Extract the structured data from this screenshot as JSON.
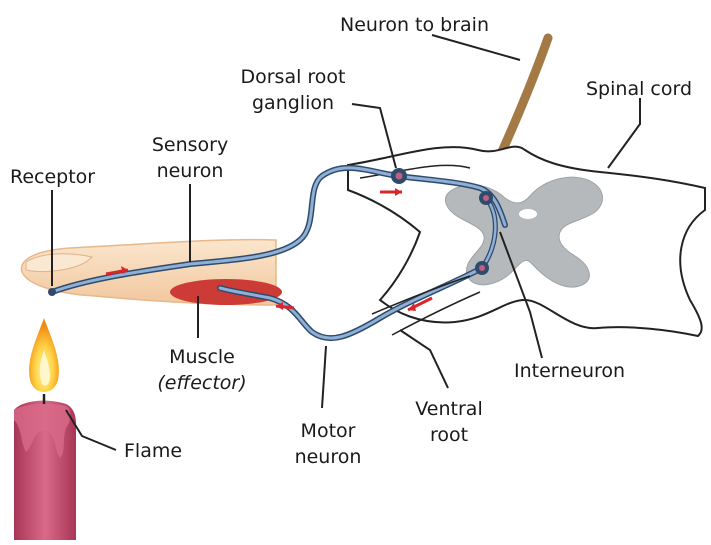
{
  "labels": {
    "neuron_to_brain": "Neuron to brain",
    "dorsal_root_ganglion_1": "Dorsal root",
    "dorsal_root_ganglion_2": "ganglion",
    "spinal_cord": "Spinal cord",
    "sensory_neuron_1": "Sensory",
    "sensory_neuron_2": "neuron",
    "receptor": "Receptor",
    "muscle": "Muscle",
    "effector": "(effector)",
    "interneuron": "Interneuron",
    "ventral_root_1": "Ventral",
    "ventral_root_2": "root",
    "motor_neuron_1": "Motor",
    "motor_neuron_2": "neuron",
    "flame": "Flame"
  },
  "colors": {
    "finger": "#f6d7b5",
    "muscle": "#cc3b36",
    "nerve": "#5a7ea8",
    "grey_matter": "#b5b9bb",
    "brain_neuron": "#a37a45",
    "arrow": "#d8262a",
    "candle": "#c9506e",
    "flame_outer": "#f2a31a",
    "flame_inner": "#ffe27a",
    "outline": "#222222"
  }
}
